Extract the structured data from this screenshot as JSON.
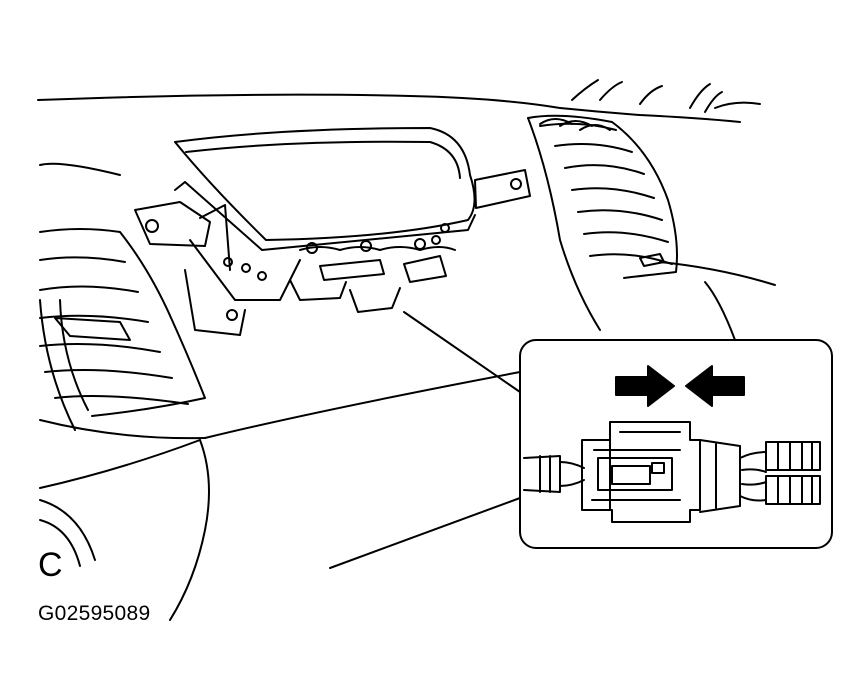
{
  "figure": {
    "view_label": "C",
    "figure_code": "G02595089"
  },
  "illustration": {
    "subject": "passenger-airbag-assembly",
    "detail": "connector-coupling-inset",
    "arrow_direction": "converging"
  }
}
